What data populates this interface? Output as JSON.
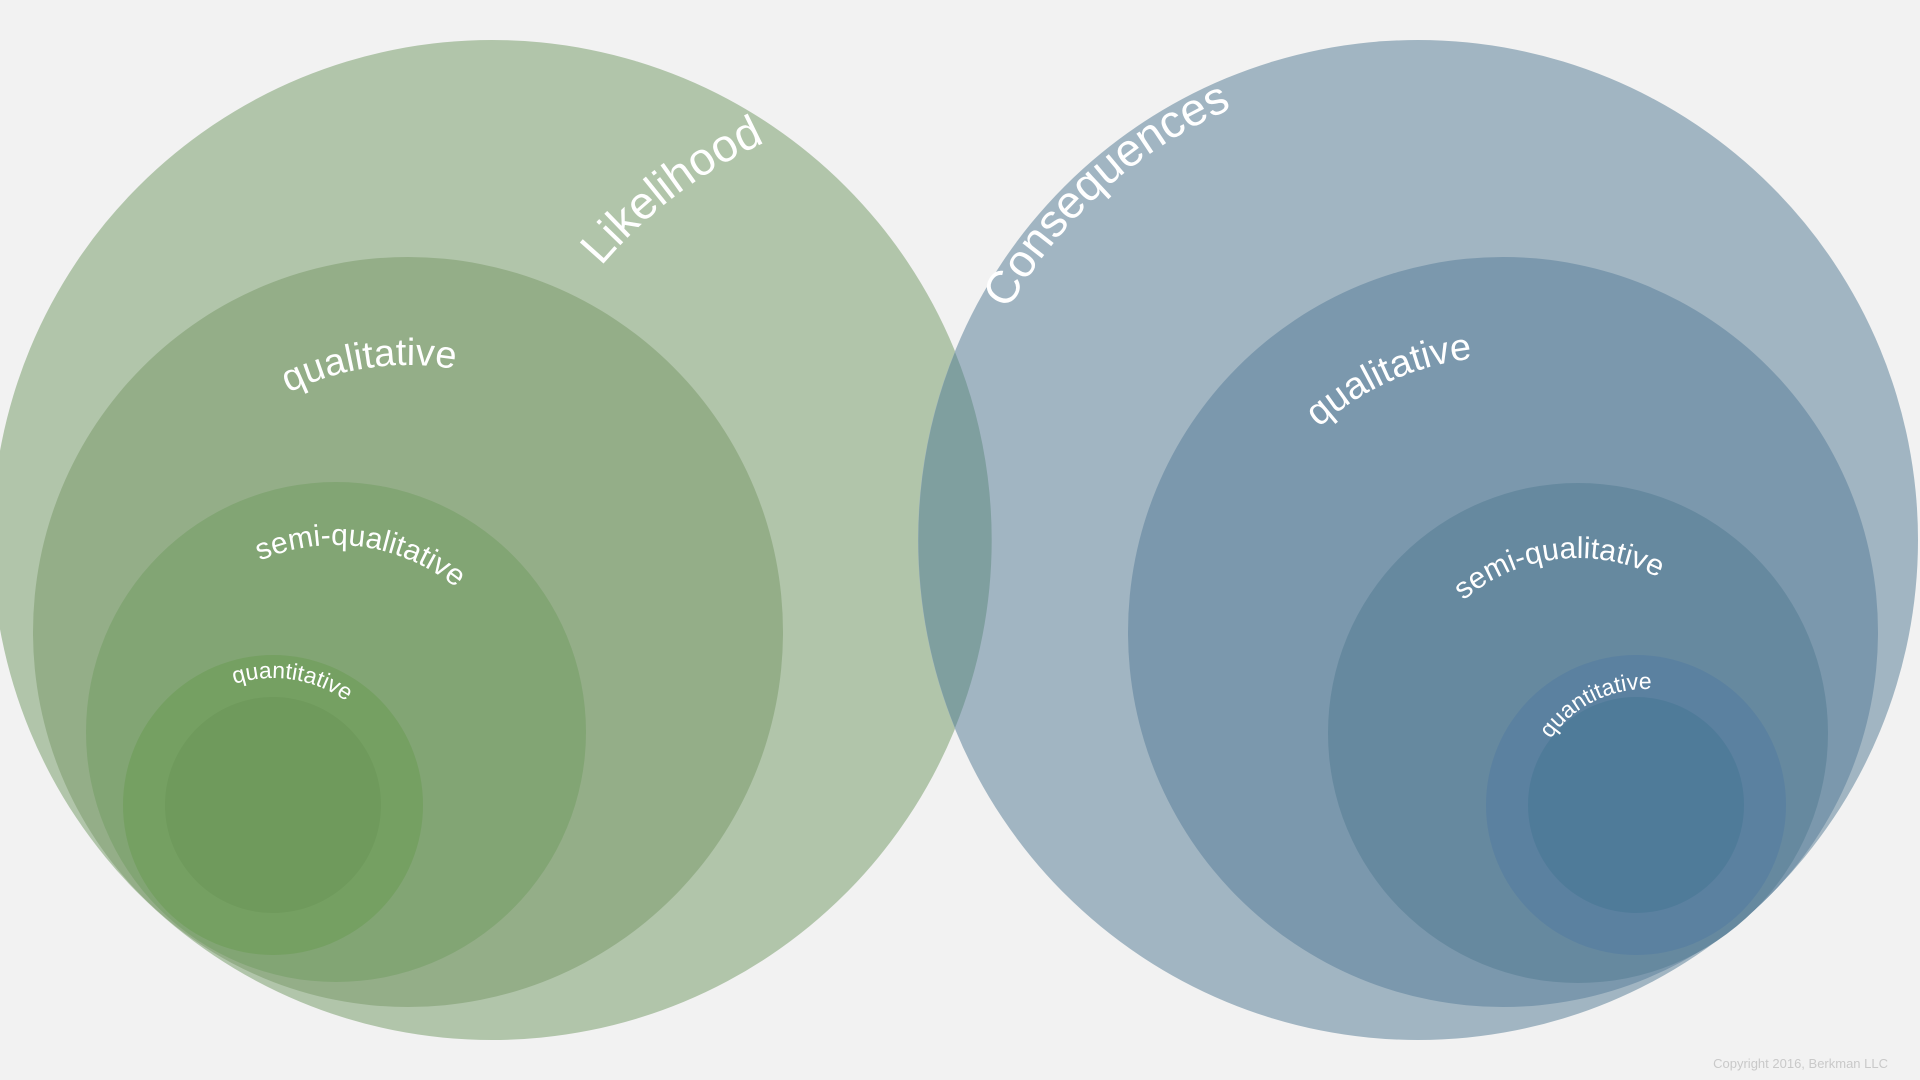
{
  "colors": {
    "background": "#f2f2f2",
    "likelihood_outer": "#b1c5aa",
    "likelihood_qualitative": "#94ae88",
    "likelihood_semi": "#82a574",
    "likelihood_quant_ring": "#75a062",
    "likelihood_quant_core": "#6f9a5c",
    "consequences_outer": "#a1b5c2",
    "consequences_qualitative": "#7b98ad",
    "consequences_semi": "#66899f",
    "consequences_quant_ring": "#5b81a0",
    "consequences_quant_core": "#4f7b99",
    "overlap": "#7f9f9f"
  },
  "likelihood": {
    "title": "Likelihood",
    "qualitative": "qualitative",
    "semi_qualitative": "semi-qualitative",
    "quantitative": "quantitative"
  },
  "consequences": {
    "title": "Consequences",
    "qualitative": "qualitative",
    "semi_qualitative": "semi-qualitative",
    "quantitative": "quantitative"
  },
  "footer": {
    "copyright": "Copyright 2016, Berkman LLC"
  }
}
